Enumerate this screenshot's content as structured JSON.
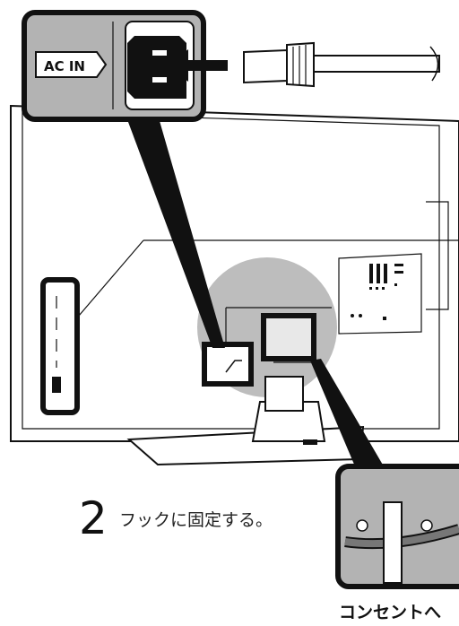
{
  "ac_in_label": "AC IN",
  "step": {
    "number": "2",
    "text": "フックに固定する。"
  },
  "bottom_caption": "コンセントへ"
}
